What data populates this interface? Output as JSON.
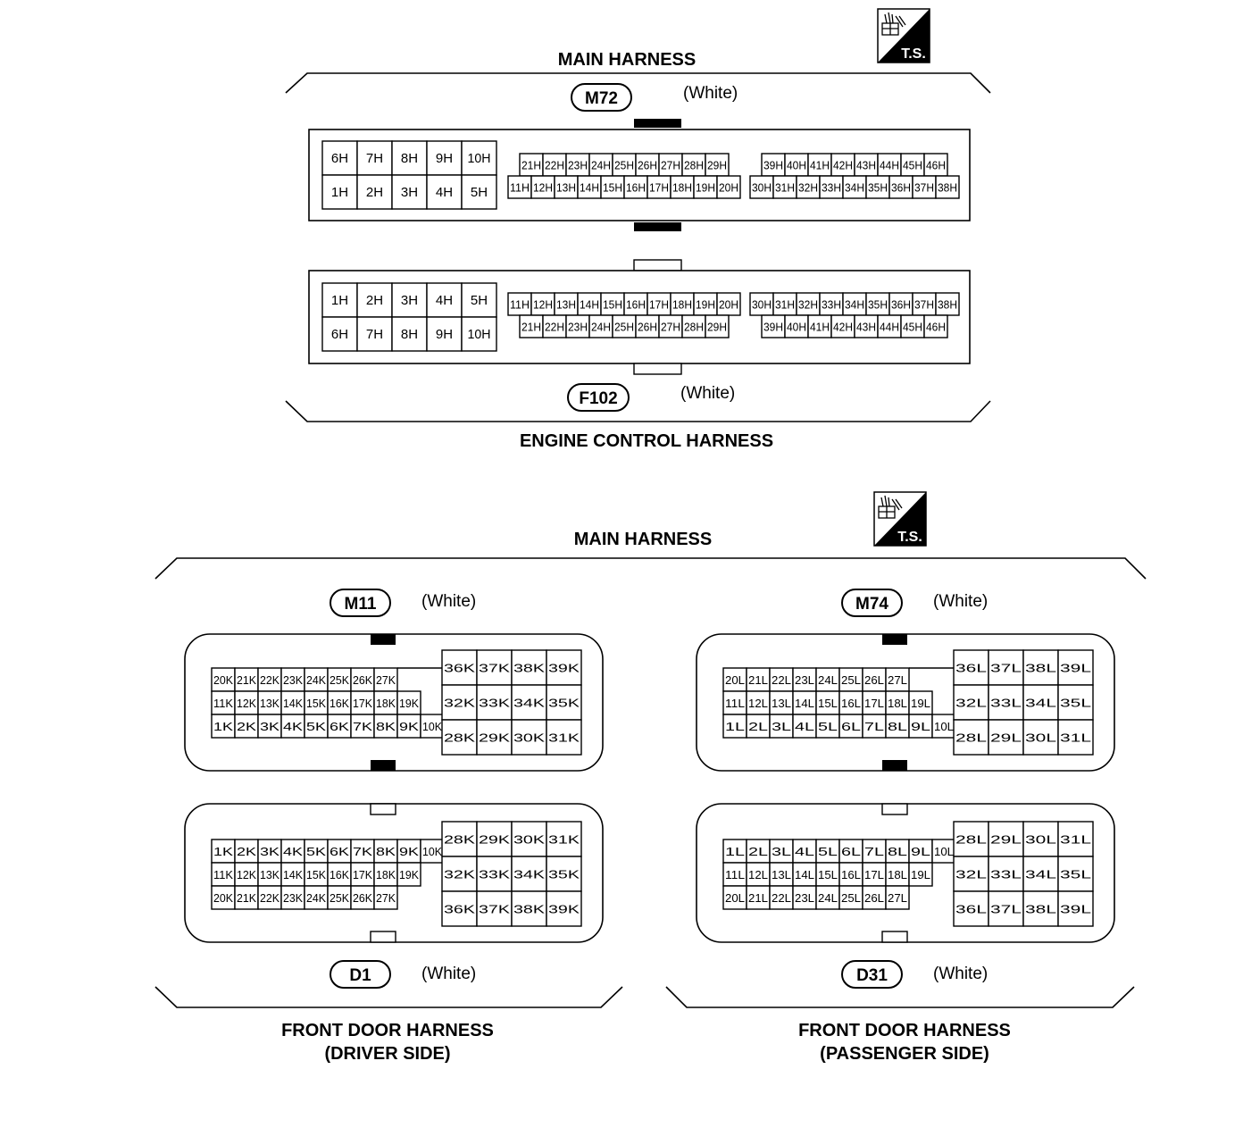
{
  "top": {
    "main_harness": "MAIN HARNESS",
    "engine_harness": "ENGINE CONTROL HARNESS",
    "ts_label": "T.S.",
    "m72": {
      "id": "M72",
      "color": "(White)"
    },
    "f102": {
      "id": "F102",
      "color": "(White)"
    },
    "m72_pins": {
      "big_top": [
        "6H",
        "7H",
        "8H",
        "9H",
        "10H"
      ],
      "big_bottom": [
        "1H",
        "2H",
        "3H",
        "4H",
        "5H"
      ],
      "mid_top": [
        "21H",
        "22H",
        "23H",
        "24H",
        "25H",
        "26H",
        "27H",
        "28H",
        "29H"
      ],
      "mid_bottom": [
        "11H",
        "12H",
        "13H",
        "14H",
        "15H",
        "16H",
        "17H",
        "18H",
        "19H",
        "20H"
      ],
      "right_top": [
        "39H",
        "40H",
        "41H",
        "42H",
        "43H",
        "44H",
        "45H",
        "46H"
      ],
      "right_bottom": [
        "30H",
        "31H",
        "32H",
        "33H",
        "34H",
        "35H",
        "36H",
        "37H",
        "38H"
      ]
    },
    "f102_pins": {
      "big_top": [
        "1H",
        "2H",
        "3H",
        "4H",
        "5H"
      ],
      "big_bottom": [
        "6H",
        "7H",
        "8H",
        "9H",
        "10H"
      ],
      "mid_top": [
        "11H",
        "12H",
        "13H",
        "14H",
        "15H",
        "16H",
        "17H",
        "18H",
        "19H",
        "20H"
      ],
      "mid_bottom": [
        "21H",
        "22H",
        "23H",
        "24H",
        "25H",
        "26H",
        "27H",
        "28H",
        "29H"
      ],
      "right_top": [
        "30H",
        "31H",
        "32H",
        "33H",
        "34H",
        "35H",
        "36H",
        "37H",
        "38H"
      ],
      "right_bottom": [
        "39H",
        "40H",
        "41H",
        "42H",
        "43H",
        "44H",
        "45H",
        "46H"
      ]
    }
  },
  "bottom": {
    "main_harness": "MAIN HARNESS",
    "ts_label": "T.S.",
    "driver_label_1": "FRONT DOOR HARNESS",
    "driver_label_2": "(DRIVER SIDE)",
    "passenger_label_1": "FRONT DOOR HARNESS",
    "passenger_label_2": "(PASSENGER SIDE)",
    "m11": {
      "id": "M11",
      "color": "(White)"
    },
    "d1": {
      "id": "D1",
      "color": "(White)"
    },
    "m74": {
      "id": "M74",
      "color": "(White)"
    },
    "d31": {
      "id": "D31",
      "color": "(White)"
    },
    "m11_pins": {
      "row1": [
        "20K",
        "21K",
        "22K",
        "23K",
        "24K",
        "25K",
        "26K",
        "27K"
      ],
      "row2": [
        "11K",
        "12K",
        "13K",
        "14K",
        "15K",
        "16K",
        "17K",
        "18K",
        "19K"
      ],
      "row3": [
        "1K",
        "2K",
        "3K",
        "4K",
        "5K",
        "6K",
        "7K",
        "8K",
        "9K",
        "10K"
      ],
      "big1": [
        "36K",
        "37K",
        "38K",
        "39K"
      ],
      "big2": [
        "32K",
        "33K",
        "34K",
        "35K"
      ],
      "big3": [
        "28K",
        "29K",
        "30K",
        "31K"
      ]
    },
    "d1_pins": {
      "row1": [
        "1K",
        "2K",
        "3K",
        "4K",
        "5K",
        "6K",
        "7K",
        "8K",
        "9K",
        "10K"
      ],
      "row2": [
        "11K",
        "12K",
        "13K",
        "14K",
        "15K",
        "16K",
        "17K",
        "18K",
        "19K"
      ],
      "row3": [
        "20K",
        "21K",
        "22K",
        "23K",
        "24K",
        "25K",
        "26K",
        "27K"
      ],
      "big1": [
        "28K",
        "29K",
        "30K",
        "31K"
      ],
      "big2": [
        "32K",
        "33K",
        "34K",
        "35K"
      ],
      "big3": [
        "36K",
        "37K",
        "38K",
        "39K"
      ]
    },
    "m74_pins": {
      "row1": [
        "20L",
        "21L",
        "22L",
        "23L",
        "24L",
        "25L",
        "26L",
        "27L"
      ],
      "row2": [
        "11L",
        "12L",
        "13L",
        "14L",
        "15L",
        "16L",
        "17L",
        "18L",
        "19L"
      ],
      "row3": [
        "1L",
        "2L",
        "3L",
        "4L",
        "5L",
        "6L",
        "7L",
        "8L",
        "9L",
        "10L"
      ],
      "big1": [
        "36L",
        "37L",
        "38L",
        "39L"
      ],
      "big2": [
        "32L",
        "33L",
        "34L",
        "35L"
      ],
      "big3": [
        "28L",
        "29L",
        "30L",
        "31L"
      ]
    },
    "d31_pins": {
      "row1": [
        "1L",
        "2L",
        "3L",
        "4L",
        "5L",
        "6L",
        "7L",
        "8L",
        "9L",
        "10L"
      ],
      "row2": [
        "11L",
        "12L",
        "13L",
        "14L",
        "15L",
        "16L",
        "17L",
        "18L",
        "19L"
      ],
      "row3": [
        "20L",
        "21L",
        "22L",
        "23L",
        "24L",
        "25L",
        "26L",
        "27L"
      ],
      "big1": [
        "28L",
        "29L",
        "30L",
        "31L"
      ],
      "big2": [
        "32L",
        "33L",
        "34L",
        "35L"
      ],
      "big3": [
        "36L",
        "37L",
        "38L",
        "39L"
      ]
    }
  }
}
